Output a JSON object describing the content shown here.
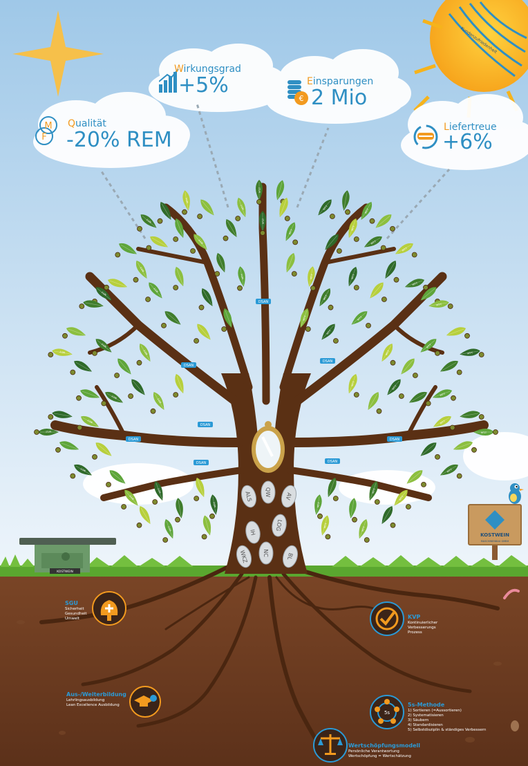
{
  "metrics": {
    "qualitaet": {
      "first_letter": "Q",
      "rest": "ualität",
      "value": "-20% REM",
      "icon_letters": [
        "M",
        "F"
      ]
    },
    "wirkungsgrad": {
      "first_letter": "W",
      "rest": "irkungsgrad",
      "value": "+5%"
    },
    "einsparungen": {
      "first_letter": "E",
      "rest": "insparungen",
      "value": "2 Mio",
      "icon_symbol": "€"
    },
    "liefertreue": {
      "first_letter": "L",
      "rest": "iefertreue",
      "value": "+6%"
    }
  },
  "leaf_label": "MT-T",
  "branch_label": "DSAN",
  "mirror_stones": [
    "ALS",
    "QW",
    "AV",
    "IH",
    "LOG",
    "WKZ",
    "NC",
    "BL"
  ],
  "roots": {
    "sgu": {
      "title": "SGU",
      "lines": [
        "Sicherheit",
        "Gesundheit",
        "Umwelt"
      ]
    },
    "kvp": {
      "title": "KVP",
      "lines": [
        "Kontinuierlicher",
        "Verbesserungs",
        "Prozess"
      ]
    },
    "aus": {
      "title": "Aus-/Weiterbildung",
      "lines": [
        "Lehrlingsausbildung",
        "Lean Excellence Ausbildung"
      ]
    },
    "fives": {
      "title": "5s-Methode",
      "badge": "5s",
      "lines": [
        "1) Sortieren (=Aussortieren)",
        "2) Systematisieren",
        "3) Säubern",
        "4) Standardisieren",
        "5) Selbstdisziplin & ständiges Verbessern"
      ]
    },
    "wert": {
      "title": "Wertschöpfungsmodell",
      "lines": [
        "Persönliche Verantwortung",
        "Wertschöpfung = Wertschätzung"
      ]
    }
  },
  "sign": {
    "name": "KOSTWEIN",
    "sub": "MASCHINENBAU GMBH"
  },
  "sun_text": "Kundenzufriedenheit",
  "machine_label": "KOSTWEIN",
  "colors": {
    "sky_top": "#9fc8e8",
    "sky_bottom": "#e7f1f9",
    "soil": "#6b3a1f",
    "trunk": "#5a3014",
    "accent_blue": "#2f8fc3",
    "accent_orange": "#f29a1f",
    "grass": "#5aa72f"
  }
}
